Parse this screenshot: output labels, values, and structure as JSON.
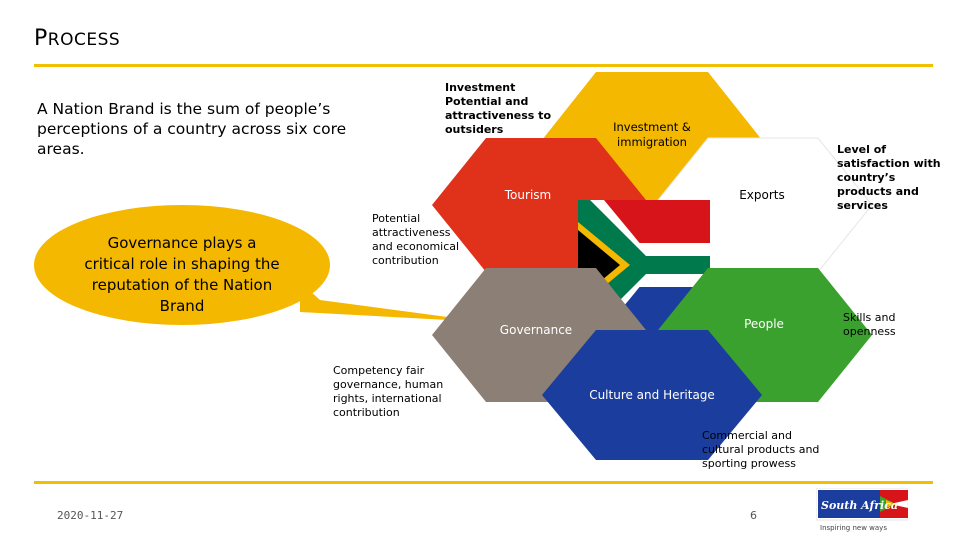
{
  "slide": {
    "title_first": "P",
    "title_rest": "ROCESS",
    "intro": "A Nation Brand is the sum of people’s perceptions of a country across six core areas.",
    "callout": "Governance plays a critical role in shaping the reputation of the Nation Brand",
    "date": "2020-11-27",
    "page_number": "6",
    "accent_color": "#f0bf00"
  },
  "hexagons": {
    "investment": "Investment & immigration",
    "tourism": "Tourism",
    "exports": "Exports",
    "governance": "Governance",
    "people": "People",
    "culture": "Culture and Heritage"
  },
  "annotations": {
    "investment_potential": "Investment Potential and attractiveness to outsiders",
    "level_of_satisfaction": "Level of satisfaction with country’s products and services",
    "potential_attractiveness": "Potential attractiveness and economical contribution",
    "skills_openness": "Skills and openness",
    "competency": "Competency fair governance, human rights, international contribution",
    "commercial_cultural": "Commercial and cultural products and sporting prowess"
  },
  "logo": {
    "name": "South Africa",
    "tagline": "Inspiring new ways"
  },
  "colors": {
    "investment_hex": "#f5b800",
    "tourism_hex": "#e0311a",
    "exports_hex": "#ffffff",
    "governance_hex": "#8c7f76",
    "people_hex": "#3ba12e",
    "culture_hex": "#1b3d9e"
  }
}
